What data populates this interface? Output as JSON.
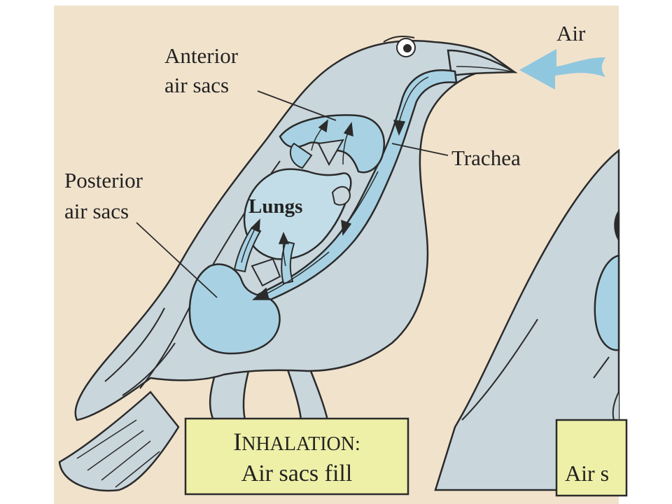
{
  "labels": {
    "air": "Air",
    "anterior_line1": "Anterior",
    "anterior_line2": "air sacs",
    "trachea": "Trachea",
    "posterior_line1": "Posterior",
    "posterior_line2": "air sacs",
    "lungs": "Lungs"
  },
  "caption": {
    "title_initial": "I",
    "title_rest": "NHALATION:",
    "subtitle": "Air sacs fill"
  },
  "second_panel": {
    "caption_fragment": "Air s"
  },
  "colors": {
    "page_background": "#f1e2cc",
    "bird_fill": "#c9d6dc",
    "bird_stroke": "#2b2b2b",
    "airway_fill": "#a8d2e3",
    "airway_stroke": "#2b2b2b",
    "arrow_fill": "#8fc7df",
    "caption_box": "#eef0a8"
  }
}
